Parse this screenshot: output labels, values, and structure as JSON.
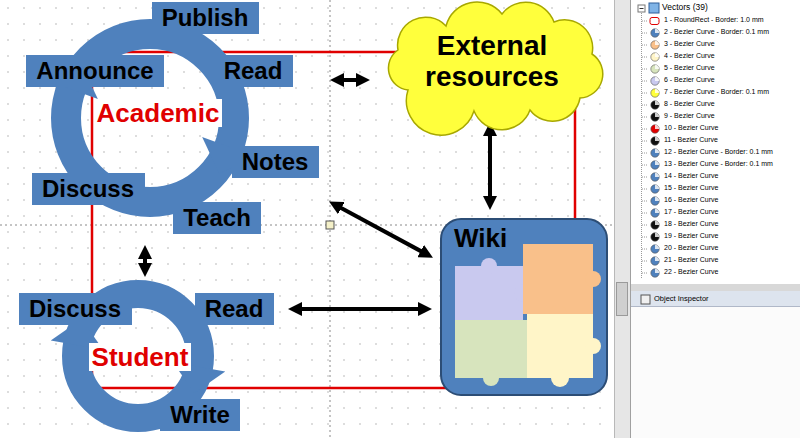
{
  "diagram": {
    "nodes": [
      {
        "text": [
          "Academic"
        ]
      },
      {
        "text": [
          "Publish"
        ],
        "in": 0
      },
      {
        "text": [
          "Announce"
        ],
        "in": 0
      },
      {
        "text": [
          "Read"
        ],
        "in": 0
      },
      {
        "text": [
          "Notes"
        ],
        "in": 0
      },
      {
        "text": [
          "Discuss"
        ],
        "in": 0
      },
      {
        "text": [
          "Teach"
        ],
        "in": 0
      },
      {
        "text": [
          "External resources"
        ]
      },
      {
        "text": [
          "Student"
        ]
      },
      {
        "text": [
          "Discuss"
        ],
        "in": 8
      },
      {
        "text": [
          "Read"
        ],
        "in": 8
      },
      {
        "text": [
          "Write"
        ],
        "in": 8
      },
      {
        "text": [
          "Wiki"
        ]
      }
    ],
    "edges": [
      {
        "from": 0,
        "to": 7,
        "arrow": "both"
      },
      {
        "from": 0,
        "to": 8,
        "arrow": "both"
      },
      {
        "from": 0,
        "to": 12,
        "arrow": "both"
      },
      {
        "from": 7,
        "to": 12,
        "arrow": "both"
      },
      {
        "from": 8,
        "to": 12,
        "arrow": "both"
      }
    ],
    "labels": [
      "Vectors (39)",
      "1 - RoundRect - Border: 1.0 mm",
      "2 - Bezier Curve - Border: 0.1 mm",
      "3 - Bezier Curve",
      "4 - Bezier Curve",
      "5 - Bezier Curve",
      "6 - Bezier Curve",
      "7 - Bezier Curve - Border: 0.1 mm",
      "8 - Bezier Curve",
      "9 - Bezier Curve",
      "10 - Bezier Curve",
      "11 - Bezier Curve",
      "12 - Bezier Curve - Border: 0.1 mm",
      "13 - Bezier Curve - Border: 0.1 mm",
      "14 - Bezier Curve",
      "15 - Bezier Curve",
      "16 - Bezier Curve",
      "17 - Bezier Curve",
      "18 - Bezier Curve",
      "19 - Bezier Curve",
      "20 - Bezier Curve",
      "21 - Bezier Curve",
      "22 - Bezier Curve",
      "Object Inspector"
    ]
  }
}
